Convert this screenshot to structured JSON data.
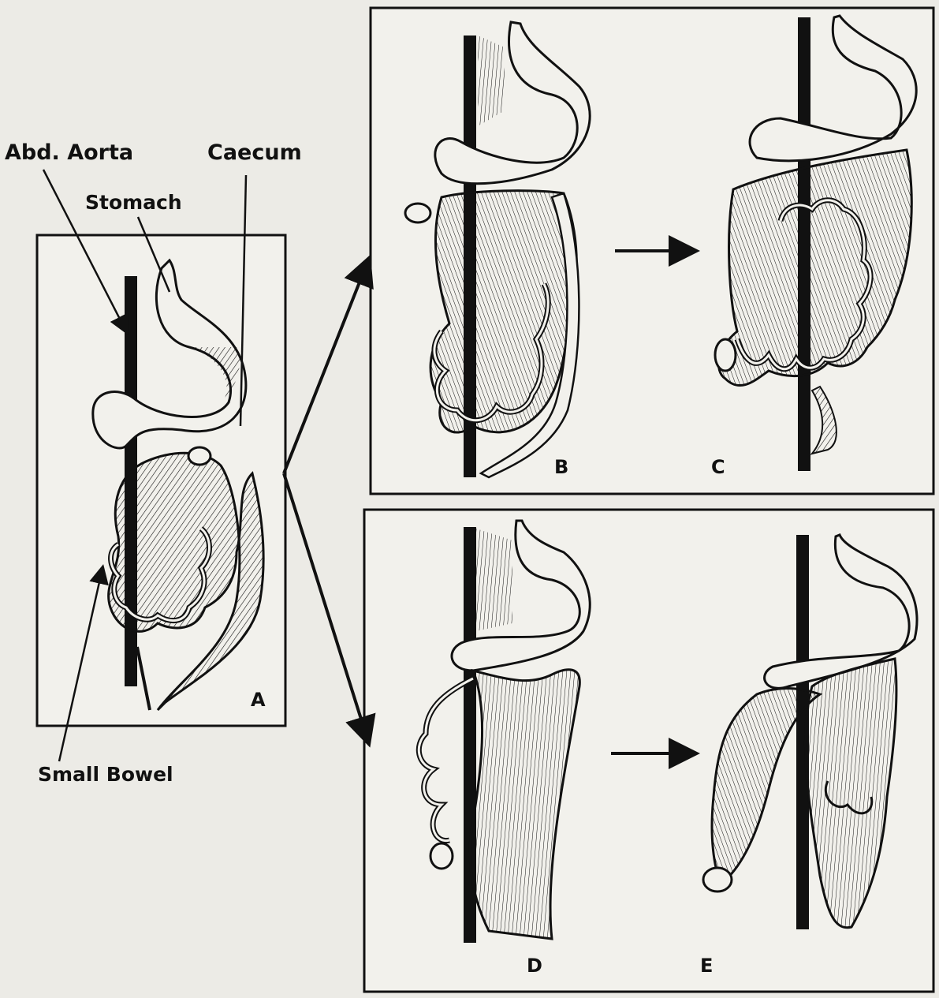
{
  "labels": {
    "aorta": "Abd. Aorta",
    "stomach": "Stomach",
    "caecum": "Caecum",
    "small_bowel": "Small Bowel"
  },
  "panels": {
    "a": "A",
    "b": "B",
    "c": "C",
    "d": "D",
    "e": "E"
  },
  "colors": {
    "background": "#ecebe6",
    "ink": "#111111",
    "paper": "#f2f1ec"
  }
}
